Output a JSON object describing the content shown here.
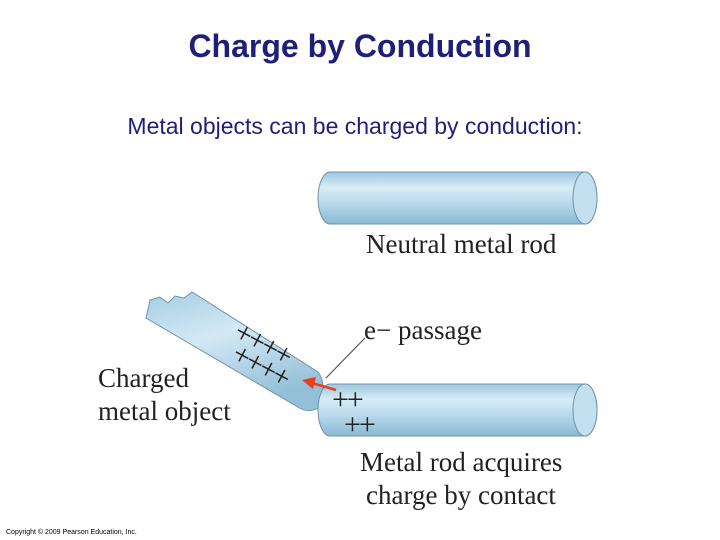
{
  "slide": {
    "title": "Charge by Conduction",
    "subtitle": "Metal objects can be charged by conduction:"
  },
  "figure": {
    "labels": {
      "neutral_rod": "Neutral metal rod",
      "electron_passage": "e− passage",
      "charged_object_line1": "Charged",
      "charged_object_line2": "metal object",
      "acquires_line1": "Metal rod acquires",
      "acquires_line2": "charge by contact"
    },
    "charges": {
      "charged_object_row1": "++++",
      "charged_object_row2": "++++",
      "rod_row1": "++",
      "rod_row2": "++"
    },
    "colors": {
      "title_text": "#1f1f7a",
      "rod_fill": "#a9cfe4",
      "rod_highlight": "#dceef8",
      "rod_outline": "#6f93a8",
      "arrow": "#e8401c",
      "label_text": "#222222"
    },
    "icons": {
      "arrow": "electron-flow-arrow",
      "plus": "positive-charge"
    }
  },
  "footer": {
    "copyright": "Copyright © 2009 Pearson Education, Inc."
  }
}
